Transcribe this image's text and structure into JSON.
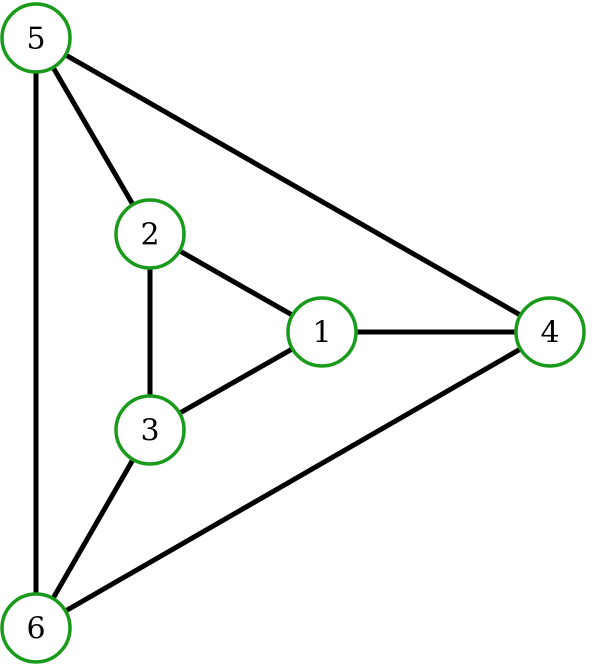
{
  "graph": {
    "nodes": [
      {
        "id": "1",
        "label": "1"
      },
      {
        "id": "2",
        "label": "2"
      },
      {
        "id": "3",
        "label": "3"
      },
      {
        "id": "4",
        "label": "4"
      },
      {
        "id": "5",
        "label": "5"
      },
      {
        "id": "6",
        "label": "6"
      }
    ],
    "edges": [
      [
        "5",
        "2"
      ],
      [
        "5",
        "4"
      ],
      [
        "5",
        "6"
      ],
      [
        "2",
        "1"
      ],
      [
        "2",
        "3"
      ],
      [
        "3",
        "1"
      ],
      [
        "1",
        "4"
      ],
      [
        "3",
        "6"
      ],
      [
        "4",
        "6"
      ]
    ]
  },
  "colors": {
    "node_stroke": "#1a9a1a",
    "edge": "#000000",
    "node_fill": "#ffffff",
    "label": "#000000"
  }
}
